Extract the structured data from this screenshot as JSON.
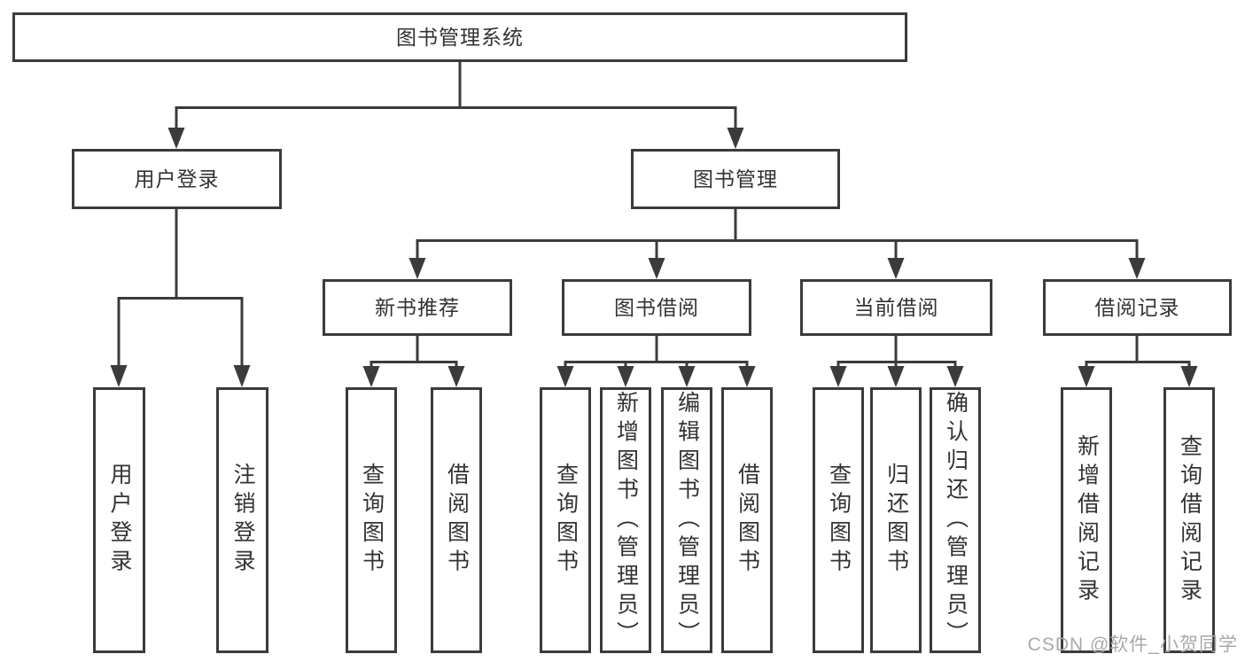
{
  "diagram_title": "图书管理系统",
  "tree": {
    "root": {
      "label": "图书管理系统",
      "children": [
        {
          "label": "用户登录",
          "children": [
            {
              "label": "用户登录"
            },
            {
              "label": "注销登录"
            }
          ]
        },
        {
          "label": "图书管理",
          "children": [
            {
              "label": "新书推荐",
              "children": [
                {
                  "label": "查询图书"
                },
                {
                  "label": "借阅图书"
                }
              ]
            },
            {
              "label": "图书借阅",
              "children": [
                {
                  "label": "查询图书"
                },
                {
                  "label": "新增图书（管理员）"
                },
                {
                  "label": "编辑图书（管理员）"
                },
                {
                  "label": "借阅图书"
                }
              ]
            },
            {
              "label": "当前借阅",
              "children": [
                {
                  "label": "查询图书"
                },
                {
                  "label": "归还图书"
                },
                {
                  "label": "确认归还（管理员）"
                }
              ]
            },
            {
              "label": "借阅记录",
              "children": [
                {
                  "label": "新增借阅记录"
                },
                {
                  "label": "查询借阅记录"
                }
              ]
            }
          ]
        }
      ]
    }
  },
  "watermark": {
    "text": "CSDN @软件_小贺同学"
  },
  "colors": {
    "line": "#3b3b3b",
    "text": "#333333",
    "watermark": "#a9a9a9",
    "background": "#ffffff"
  }
}
